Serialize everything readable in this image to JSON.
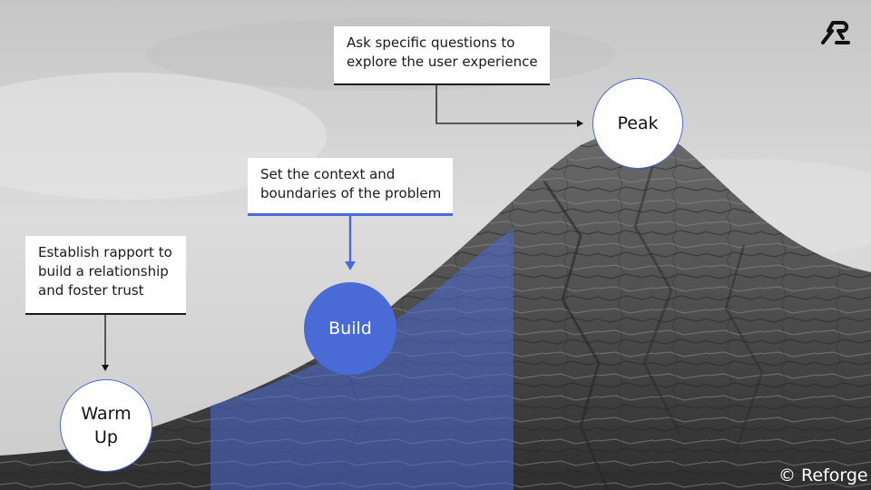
{
  "callouts": {
    "warm_up": {
      "lines": [
        "Establish rapport to",
        "build a relationship",
        "and foster trust"
      ]
    },
    "build": {
      "lines": [
        "Set the context and",
        "boundaries of the problem"
      ]
    },
    "peak": {
      "lines": [
        "Ask specific questions to",
        "explore the user experience"
      ]
    }
  },
  "stages": {
    "warm_up": {
      "lines": [
        "Warm",
        "Up"
      ]
    },
    "build": {
      "label": "Build"
    },
    "peak": {
      "label": "Peak"
    }
  },
  "branding": {
    "copyright": "© Reforge"
  },
  "colors": {
    "accent": "#4a6ad6",
    "sky": "#d4d4d4",
    "mountain": "#4a4a4a",
    "callout_bg": "#ffffff"
  },
  "icons": {
    "logo": "reforge-logo-icon"
  }
}
